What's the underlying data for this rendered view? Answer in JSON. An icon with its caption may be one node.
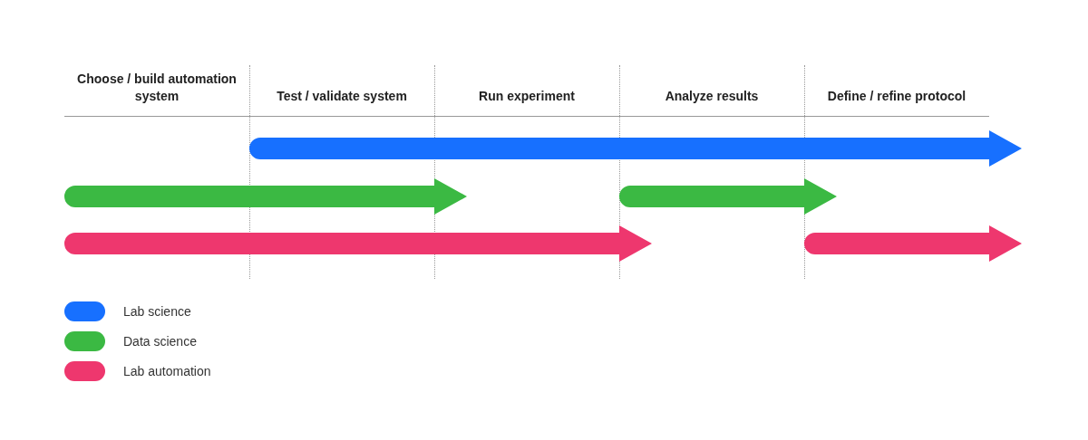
{
  "diagram": {
    "labels": [
      "Choose / build automation system",
      "Test / validate system",
      "Run experiment",
      "Analyze results",
      "Define / refine protocol"
    ],
    "legend": [
      {
        "text": "Lab science",
        "color": "#1770ff"
      },
      {
        "text": "Data science",
        "color": "#3bb943"
      },
      {
        "text": "Lab automation",
        "color": "#ee376e"
      }
    ]
  }
}
